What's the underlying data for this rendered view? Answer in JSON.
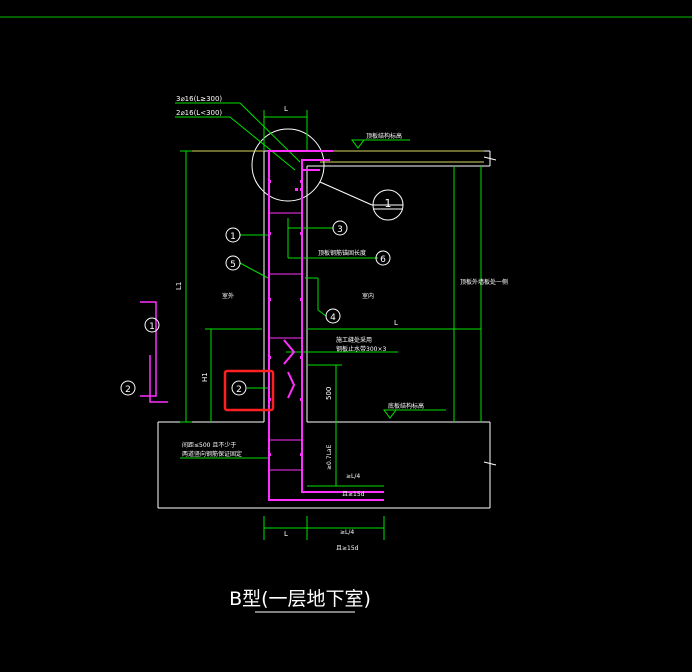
{
  "labels": {
    "rebar_top_1": "3⌀16(L≥300)",
    "rebar_top_2": "2⌀16(L<300)",
    "dim_l_top": "L",
    "top_slab_elev": "顶板结构标高",
    "callout_num": "1",
    "circle_1": "1",
    "circle_3": "3",
    "circle_6": "6",
    "circle_5": "5",
    "circle_4": "4",
    "circle_2": "2",
    "anchor_note": "顶板钢筋锚固长度",
    "outdoor": "室外",
    "indoor": "室内",
    "dim_l1": "L1",
    "dim_l_mid": "L",
    "construction_joint_1": "施工缝处采用",
    "construction_joint_2": "钢板止水带300×3",
    "dim_h1": "H1",
    "dim_500": "500",
    "bottom_slab_elev": "底板结构标高",
    "side_note": "顶板外墙板处一侧",
    "foundation_note_1": "间距≤500 且不少于",
    "foundation_note_2": "两道竖向钢筋保证固定",
    "dim_anchor_v": "≥0.7LaE",
    "dim_l4_1": "≥L/4",
    "dim_15d_1": "且≥15d",
    "dim_l_bottom": "L",
    "dim_l4_2": "≥L/4",
    "dim_15d_2": "且≥15d",
    "title": "B型(一层地下室)"
  },
  "colors": {
    "background": "#000000",
    "green": "#00ff00",
    "white": "#ffffff",
    "yellow": "#ffff66",
    "magenta": "#ff00ff",
    "highlight": "#ff0000"
  }
}
